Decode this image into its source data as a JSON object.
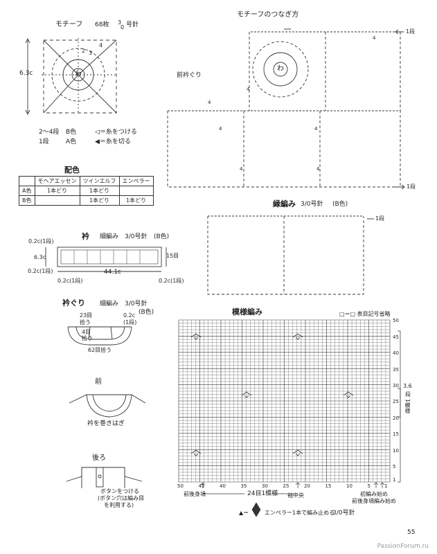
{
  "motif": {
    "title": "モチーフ",
    "count": "68枚",
    "needle_a": "3",
    "needle_b": "0",
    "needle_unit": "号針",
    "height": "6.3c",
    "center_letter": "わ",
    "round_labels": [
      "4",
      "3",
      "2"
    ],
    "legend_rows": [
      {
        "rounds": "2〜4段",
        "color": "B色",
        "sym": "◁＝糸をつける"
      },
      {
        "rounds": "1段",
        "color": "A色",
        "sym": "◀＝糸を切る"
      }
    ]
  },
  "joining": {
    "title": "モチーフのつなぎ方",
    "front_neck": "前衿ぐり",
    "row1_top": "1段",
    "row1_bottom": "1段",
    "labels_4": [
      "4",
      "4",
      "4",
      "4",
      "4",
      "4",
      "4"
    ],
    "center_letter": "わ"
  },
  "color_table": {
    "title": "配色",
    "headers": [
      "",
      "モヘアエッセン",
      "ツインエルフ",
      "エンペラー"
    ],
    "rows": [
      [
        "A色",
        "1本どり",
        "1本どり",
        ""
      ],
      [
        "B色",
        "",
        "1本どり",
        "1本どり"
      ]
    ]
  },
  "edging": {
    "title": "縁編み",
    "needle": "3/0号針",
    "color": "(B色)",
    "row": "1段"
  },
  "collar": {
    "title": "衿",
    "stitch": "細編み",
    "needle": "3/0号針",
    "color": "(B色)",
    "rows": "15目",
    "height": "6.3c",
    "width": "44.1c",
    "tl": "0.2c(1段)",
    "bl": "0.2c(1段)",
    "bl2": "0.2c(1段)",
    "br": "0.2c(1段)"
  },
  "neckline": {
    "title": "衿ぐり",
    "stitch": "細編み",
    "needle": "3/0号針",
    "color": "(B色)",
    "pick23": "23目",
    "pick23b": "拾う",
    "pick4": "4目",
    "pick4b": "拾う",
    "right": "0.2c",
    "right2": "(1段)",
    "pick62": "62目拾う"
  },
  "front": {
    "title": "前",
    "note": "衿を巻きはぎ"
  },
  "back": {
    "title": "後ろ",
    "note1": "ボタンをつける",
    "note2": "(ボタン穴は編み目",
    "note3": "を利用する)"
  },
  "pattern": {
    "title": "模様編み",
    "legend": "□＝□ 表目記号省略",
    "y_ticks": [
      "50",
      "45",
      "40",
      "35",
      "30",
      "25",
      "20",
      "15",
      "10",
      "5",
      "1"
    ],
    "x_ticks": [
      "50",
      "45",
      "40",
      "35",
      "30",
      "25",
      "20",
      "15",
      "10",
      "5",
      "1"
    ],
    "side_top": "3.6",
    "side_mid": "段",
    "side_bot": "1模様",
    "repeat": "24目1模様",
    "front_edge": "前後身頃",
    "center": "袖中央",
    "start1": "初編み始め",
    "start2": "前後身頃編み始め",
    "note_sym": "▲＝",
    "note_text": "エンペラー1本で編み止める",
    "note_needle": "3/0号針"
  },
  "page_number": "55",
  "watermark": "PassionForum.ru"
}
